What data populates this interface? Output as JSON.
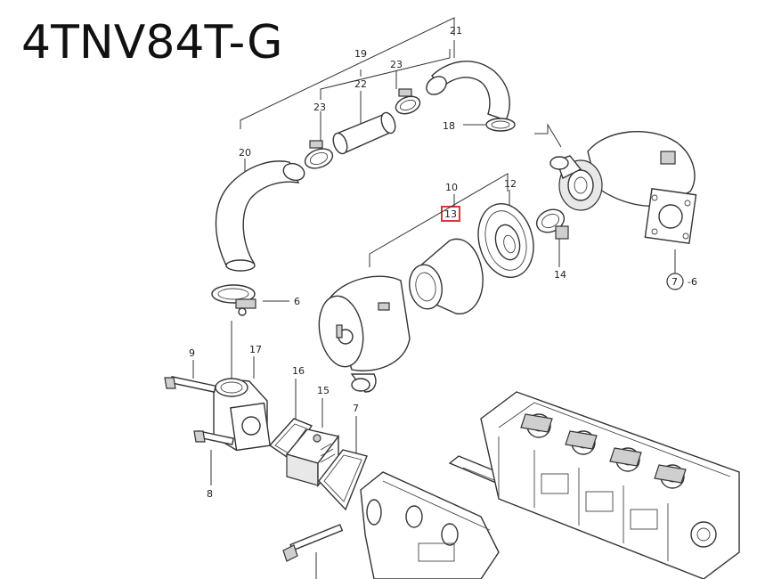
{
  "title": "4TNV84T-G",
  "highlight_color": "#d9363e",
  "callouts": {
    "c6": "6",
    "c7": "7",
    "c8": "8",
    "c9": "9",
    "c10": "10",
    "c12": "12",
    "c13": "13",
    "c14": "14",
    "c15": "15",
    "c16": "16",
    "c17": "17",
    "c18": "18",
    "c19": "19",
    "c20": "20",
    "c21": "21",
    "c22": "22",
    "c23a": "23",
    "c23b": "23",
    "ref_circle": "7",
    "ref_suffix": "-6"
  }
}
